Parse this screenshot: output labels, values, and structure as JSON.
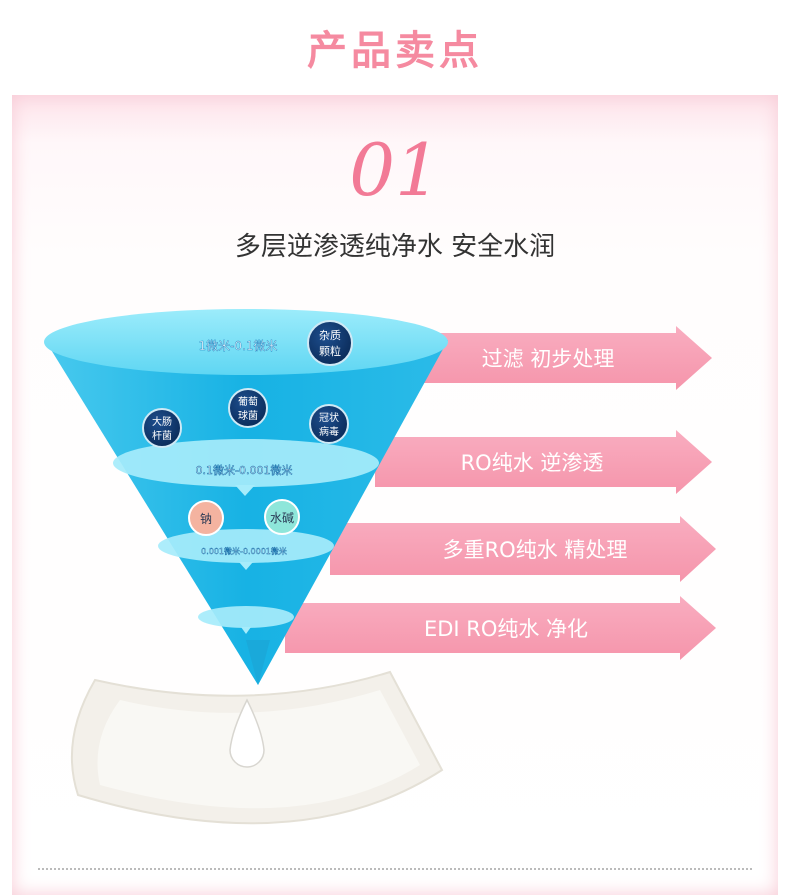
{
  "header": {
    "title": "产品卖点"
  },
  "section": {
    "number": "01",
    "subtitle": "多层逆渗透纯净水  安全水润"
  },
  "funnel": {
    "layer1_range": "1微米-0.1微米",
    "layer2_range": "0.1微米-0.001微米",
    "layer3_range": "0.001微米-0.0001微米",
    "particles": [
      {
        "line1": "杂质",
        "line2": "颗粒"
      },
      {
        "line1": "葡萄",
        "line2": "球菌"
      },
      {
        "line1": "大肠",
        "line2": "杆菌"
      },
      {
        "line1": "冠状",
        "line2": "病毒"
      },
      {
        "line1": "钠",
        "line2": ""
      },
      {
        "line1": "水碱",
        "line2": ""
      }
    ]
  },
  "arrows": [
    {
      "label": "过滤 初步处理"
    },
    {
      "label": "RO纯水 逆渗透"
    },
    {
      "label": "多重RO纯水 精处理"
    },
    {
      "label": "EDI RO纯水 净化"
    }
  ],
  "colors": {
    "accent_pink": "#f58aa0",
    "arrow_pink": "#f7a2b5",
    "funnel_blue": "#1fb6e6",
    "funnel_light": "#8fe6f7",
    "badge_navy": "#0b2f63"
  }
}
